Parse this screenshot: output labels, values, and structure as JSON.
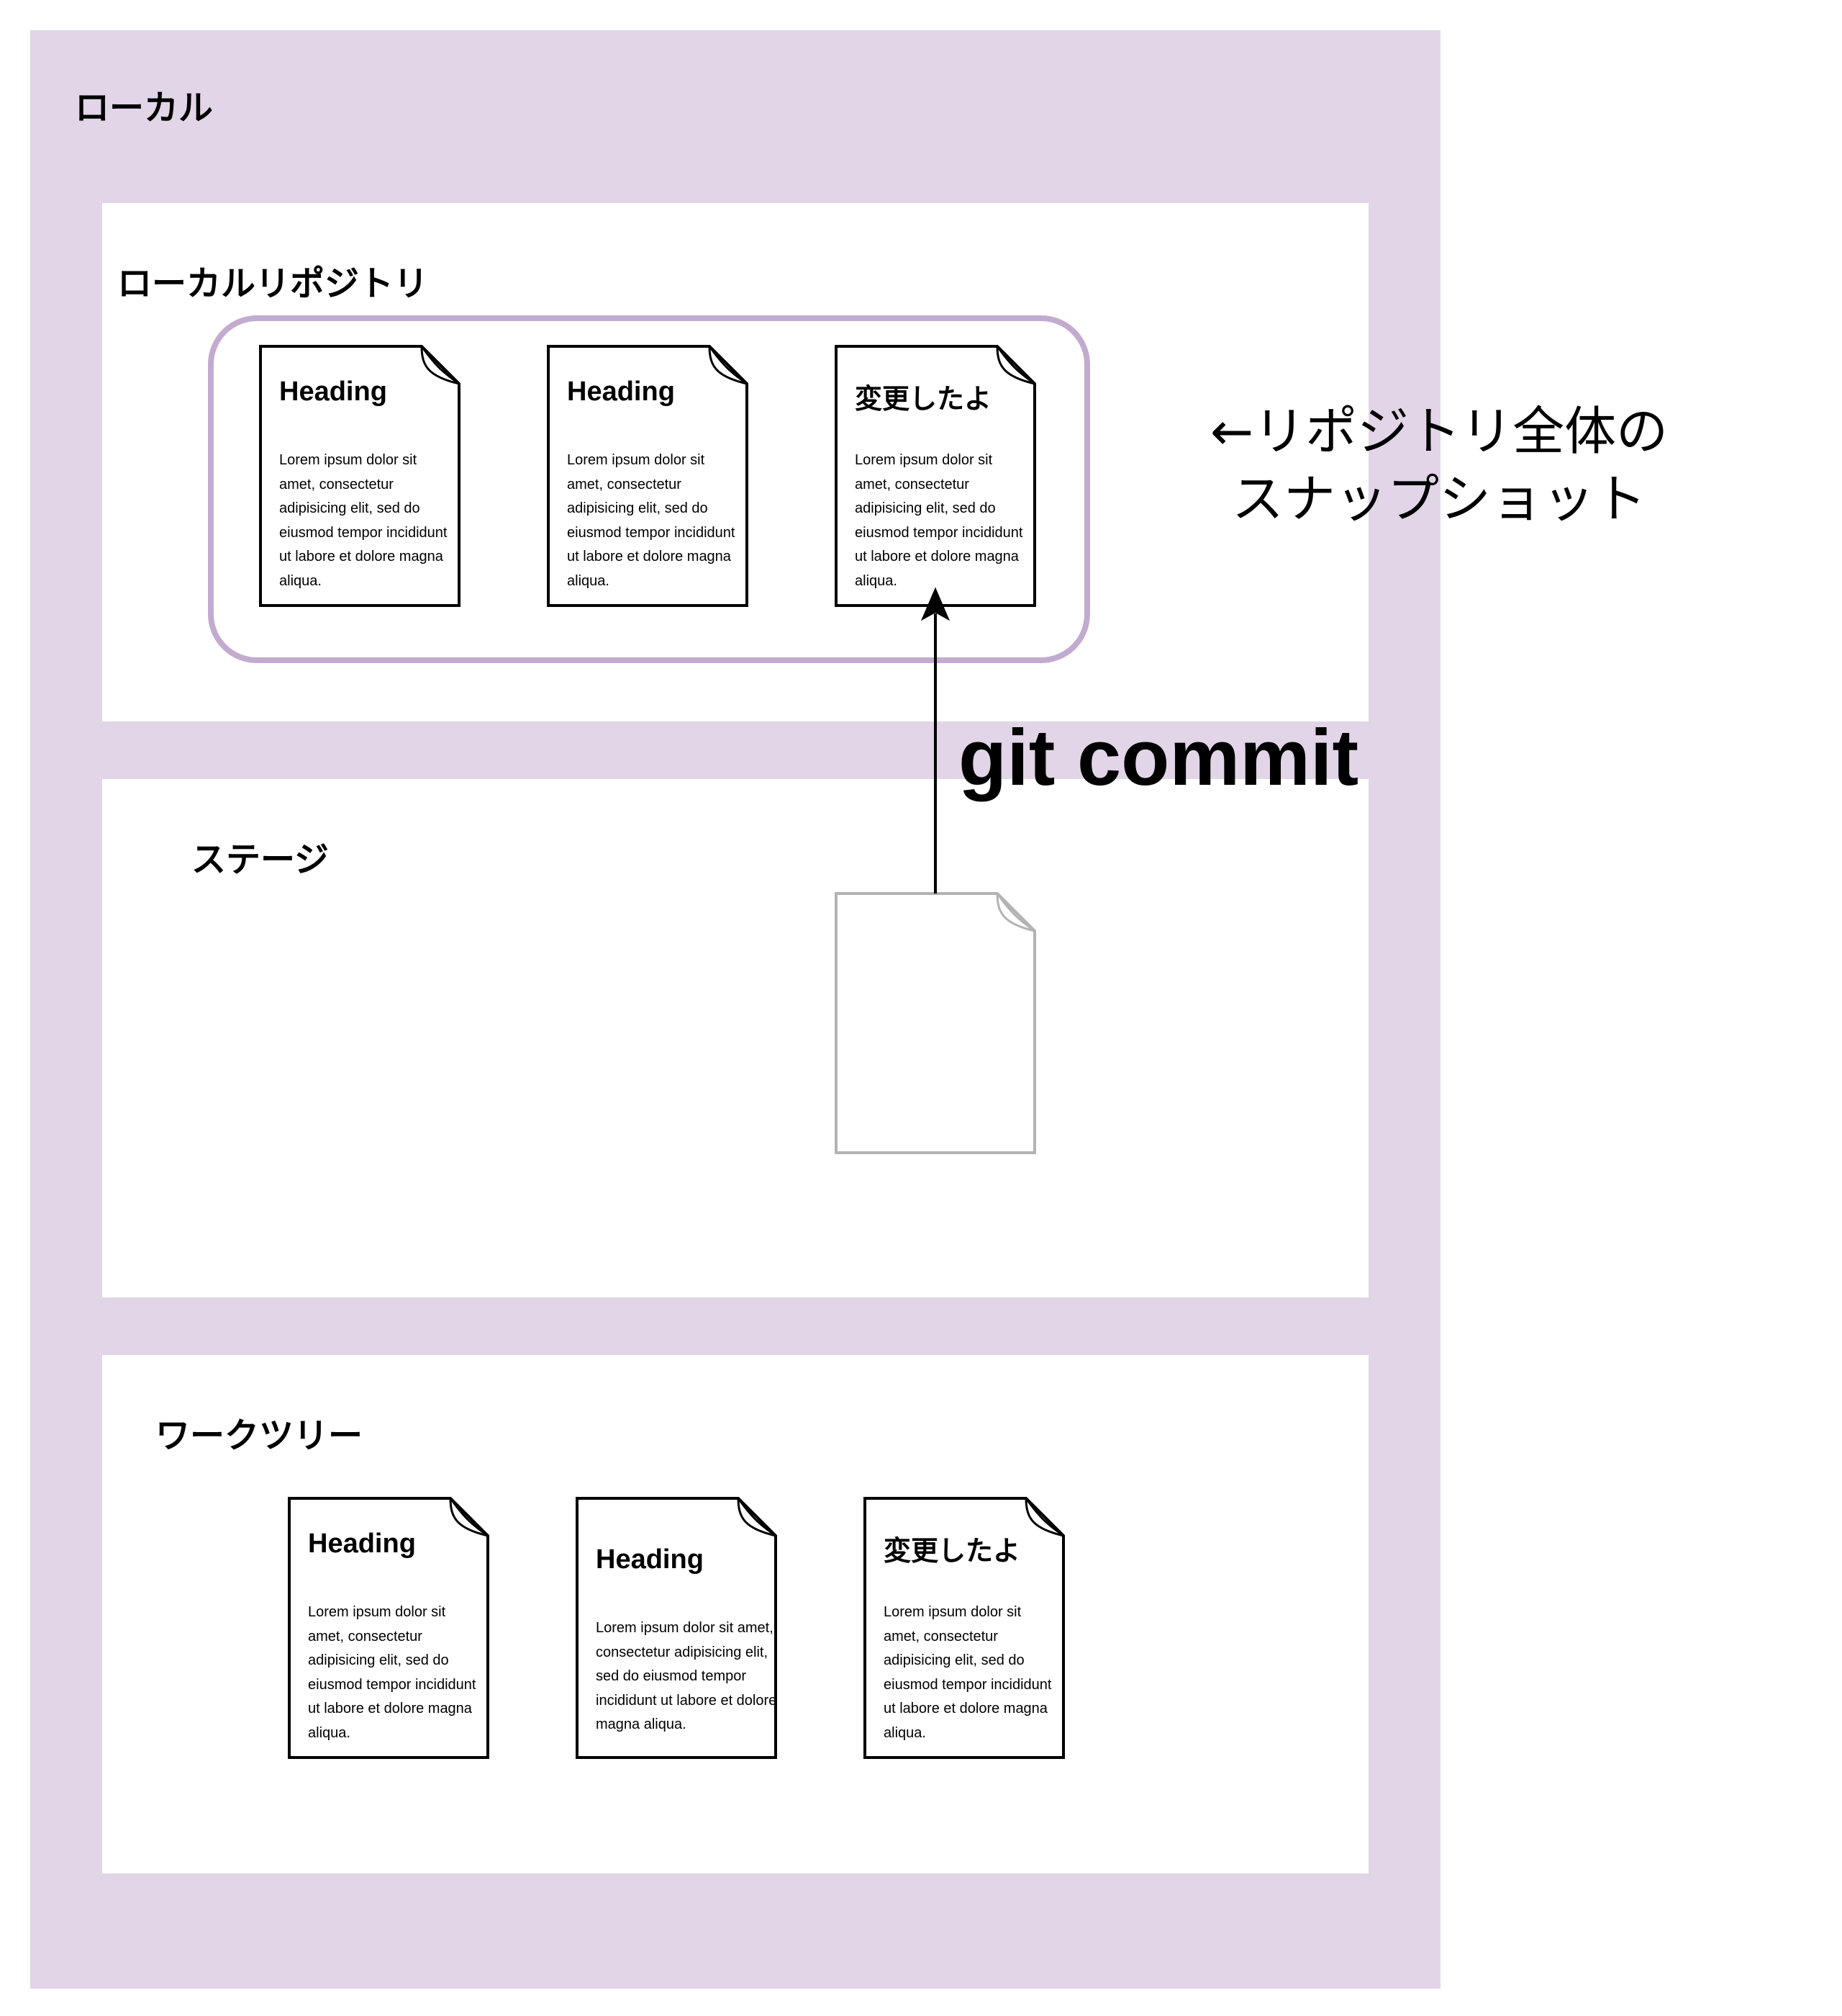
{
  "local": {
    "title": "ローカル"
  },
  "repository": {
    "title": "ローカルリポジトリ",
    "files": [
      {
        "heading": "Heading",
        "body": "Lorem ipsum dolor sit amet, consectetur adipisicing elit, sed do eiusmod tempor incididunt ut labore et dolore magna aliqua."
      },
      {
        "heading": "Heading",
        "body": "Lorem ipsum dolor sit amet, consectetur adipisicing elit, sed do eiusmod tempor incididunt ut labore et dolore magna aliqua."
      },
      {
        "heading": "変更したよ",
        "body": "Lorem ipsum dolor sit amet, consectetur adipisicing elit, sed do eiusmod tempor incididunt ut labore et dolore magna aliqua."
      }
    ],
    "snapshot_note_line1": "←リポジトリ全体の",
    "snapshot_note_line2": "スナップショット"
  },
  "stage": {
    "title": "ステージ"
  },
  "worktree": {
    "title": "ワークツリー",
    "files": [
      {
        "heading": "Heading",
        "body": "Lorem ipsum dolor sit amet, consectetur adipisicing elit, sed do eiusmod tempor incididunt ut labore et dolore magna aliqua."
      },
      {
        "heading": "Heading",
        "body": "Lorem ipsum dolor sit amet, consectetur adipisicing elit, sed do eiusmod tempor incididunt ut labore et dolore magna aliqua."
      },
      {
        "heading": "変更したよ",
        "body": "Lorem ipsum dolor sit amet, consectetur adipisicing elit, sed do eiusmod tempor incididunt ut labore et dolore magna aliqua."
      }
    ]
  },
  "command": {
    "label": "git commit"
  },
  "colors": {
    "outer_background": "#e1d5e7",
    "snapshot_border": "#c3abd0",
    "staged_file_border": "#b3b3b3"
  }
}
